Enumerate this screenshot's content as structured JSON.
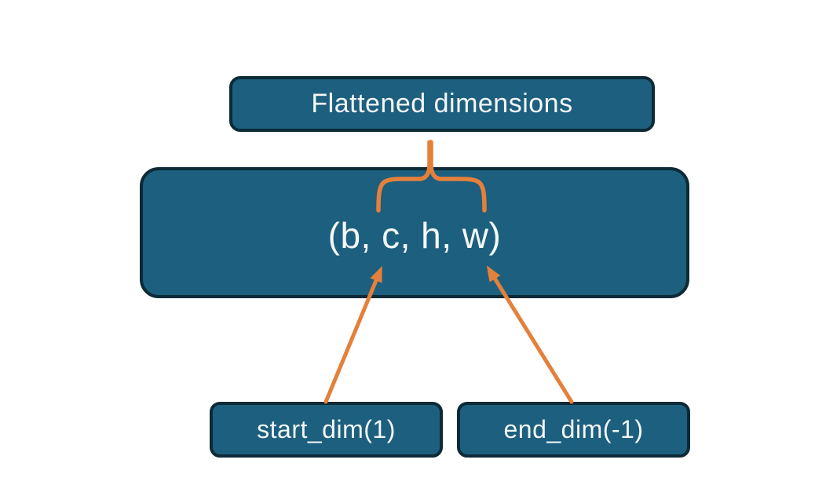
{
  "colors": {
    "background": "#ffffff",
    "node_fill": "#1d5f7e",
    "node_border": "#0d2a36",
    "node_text": "#f4f7f8",
    "connector": "#e5803b"
  },
  "nodes": {
    "flattened": {
      "label": "Flattened dimensions"
    },
    "tensor": {
      "label": "(b, c, h, w)"
    },
    "start_dim": {
      "label": "start_dim(1)"
    },
    "end_dim": {
      "label": "end_dim(-1)"
    }
  },
  "connectors": {
    "brace": "curly-brace-icon",
    "start_arrow": "arrow-up-icon",
    "end_arrow": "arrow-up-icon"
  }
}
